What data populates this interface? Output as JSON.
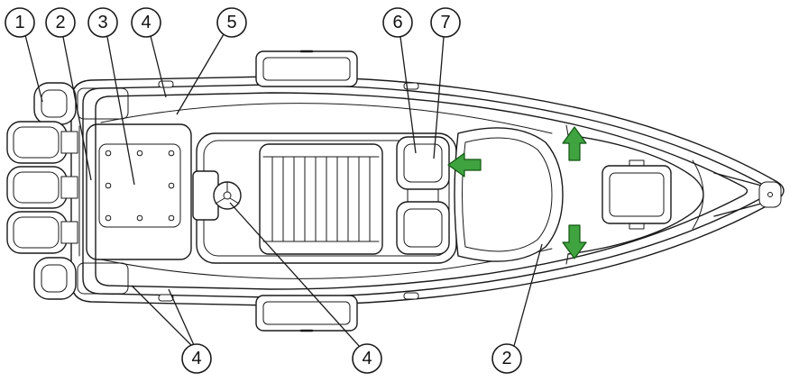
{
  "diagram": {
    "callouts": [
      {
        "label": "1",
        "position": "top"
      },
      {
        "label": "2",
        "position": "top"
      },
      {
        "label": "3",
        "position": "top"
      },
      {
        "label": "4",
        "position": "top"
      },
      {
        "label": "5",
        "position": "top"
      },
      {
        "label": "6",
        "position": "top"
      },
      {
        "label": "7",
        "position": "top"
      },
      {
        "label": "4",
        "position": "bottom-left"
      },
      {
        "label": "4",
        "position": "bottom-center"
      },
      {
        "label": "2",
        "position": "bottom-right"
      }
    ],
    "arrows": [
      {
        "name": "green-arrow-left",
        "direction": "left"
      },
      {
        "name": "green-arrow-up",
        "direction": "up"
      },
      {
        "name": "green-arrow-down",
        "direction": "down"
      }
    ],
    "colors": {
      "line": "#1a1a1a",
      "background": "#ffffff",
      "arrow_fill": "#3fa33f",
      "arrow_stroke": "#115511"
    }
  }
}
